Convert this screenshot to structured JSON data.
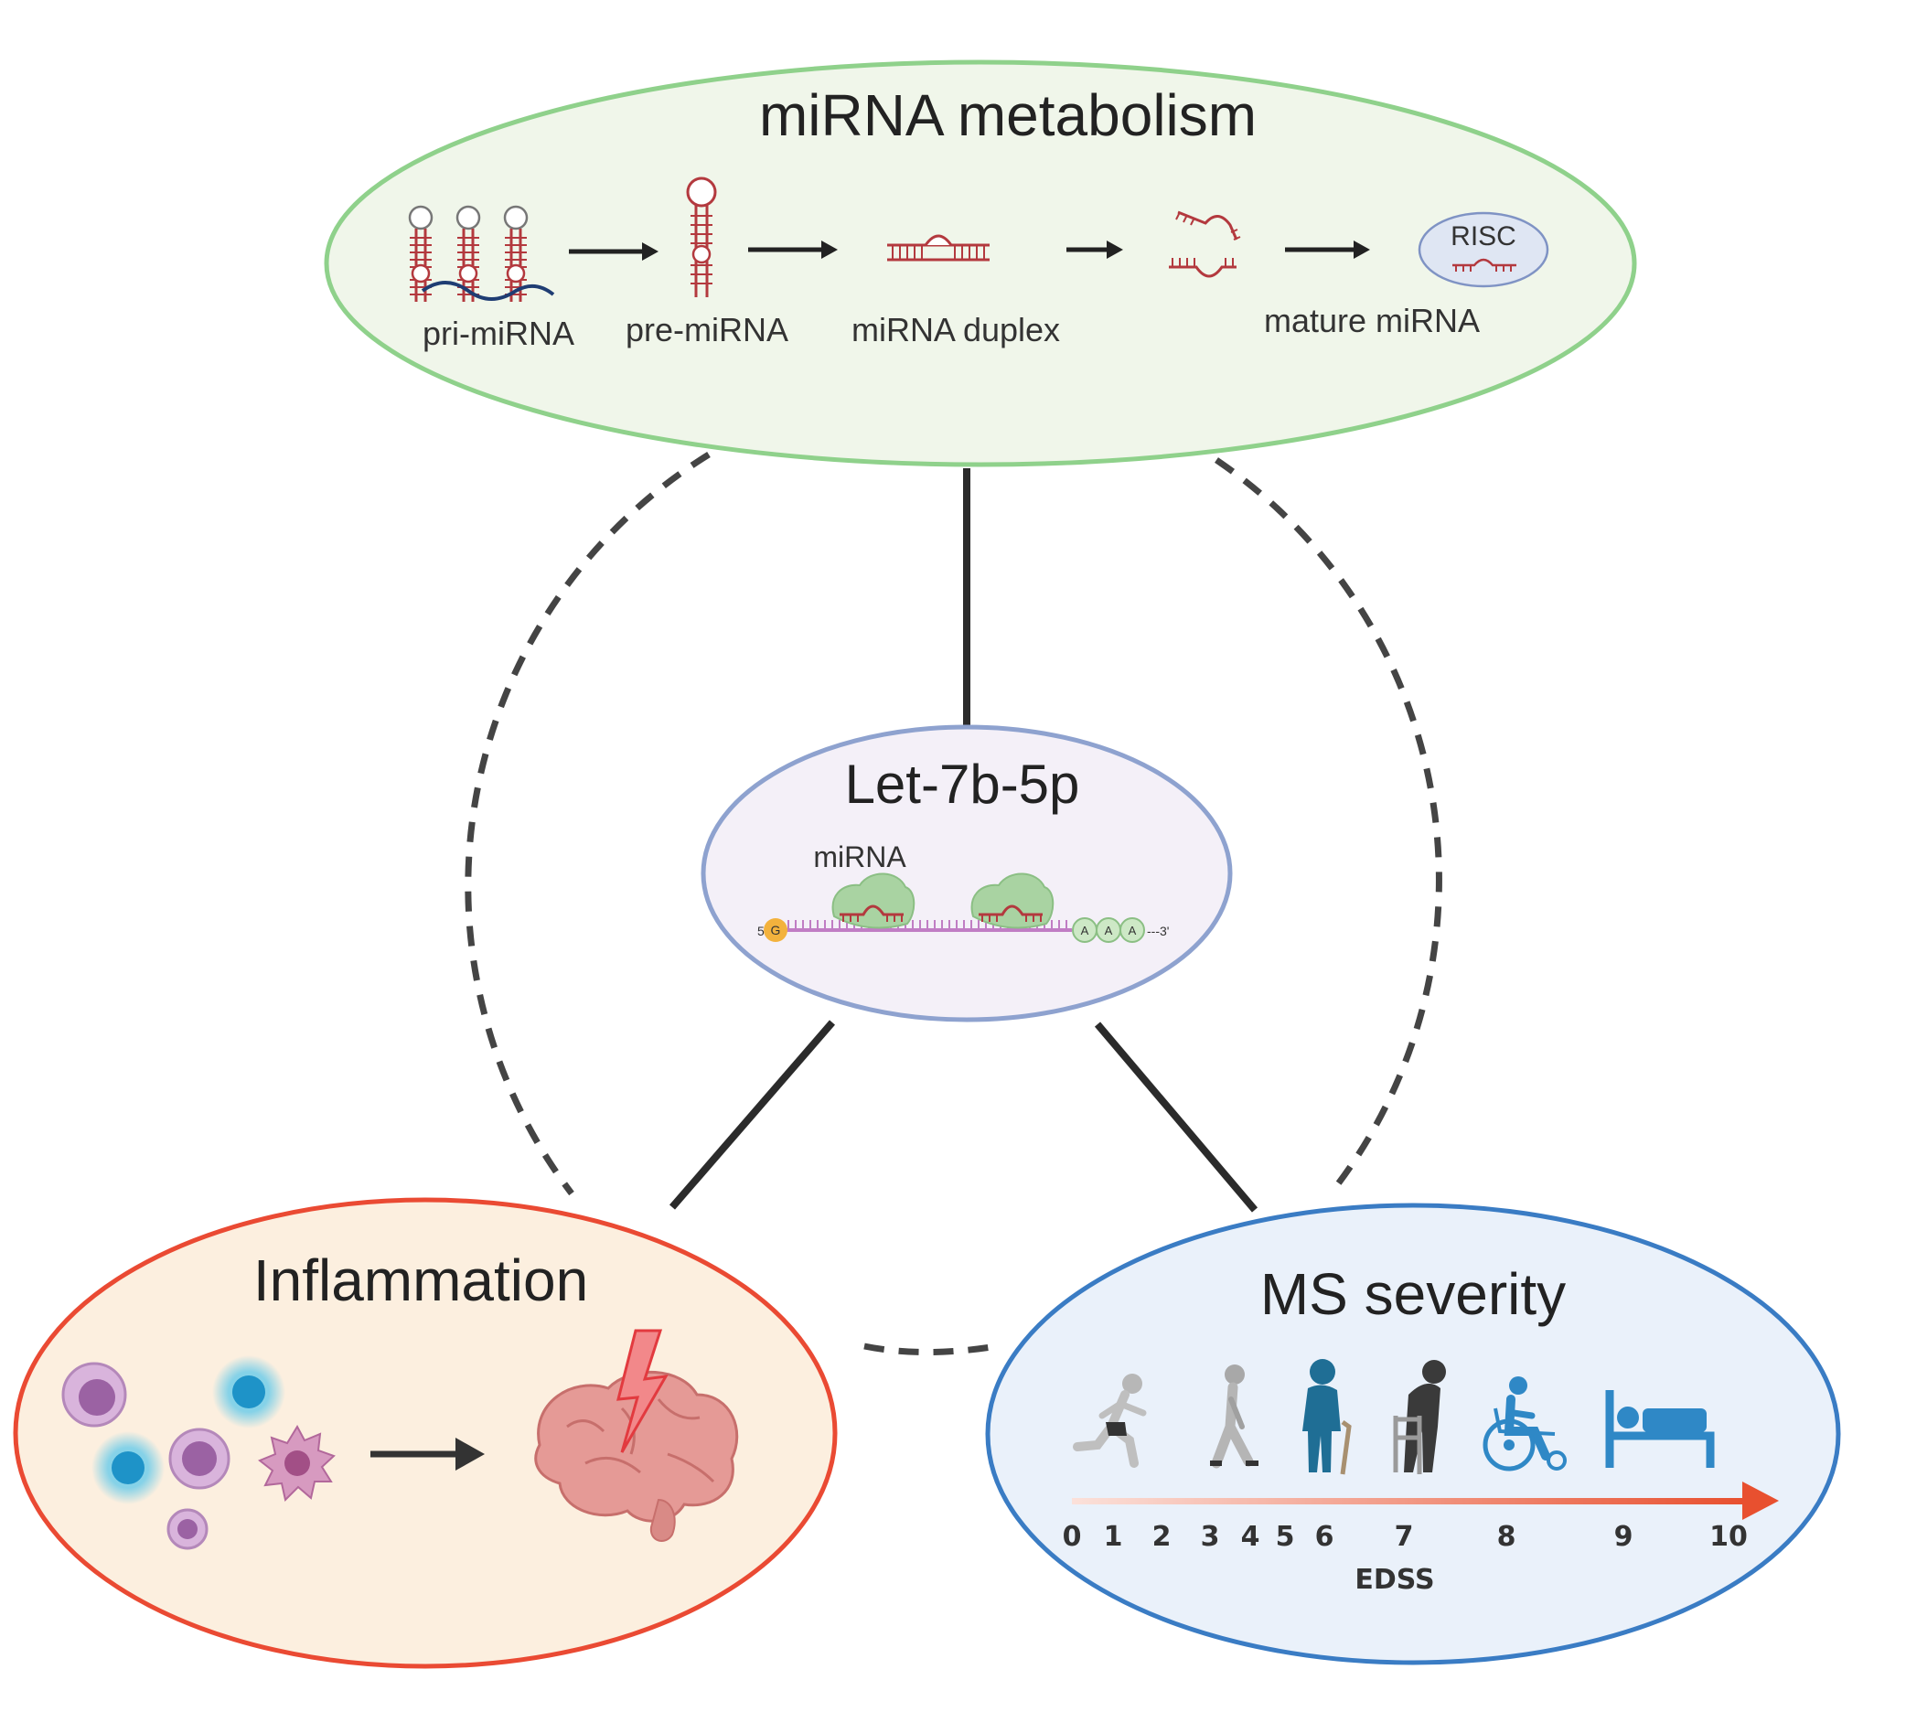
{
  "metabolism": {
    "title": "miRNA metabolism",
    "steps": [
      "pri-miRNA",
      "pre-miRNA",
      "miRNA duplex",
      "mature miRNA"
    ],
    "risc_label": "RISC"
  },
  "center": {
    "title": "Let-7b-5p",
    "mirna_label": "miRNA",
    "five_prime": "5'",
    "three_prime": "---3'",
    "cap_letter": "G",
    "polya": [
      "A",
      "A",
      "A"
    ]
  },
  "inflammation": {
    "title": "Inflammation"
  },
  "severity": {
    "title": "MS severity",
    "axis_label": "EDSS",
    "ticks": [
      "0",
      "1",
      "2",
      "3",
      "4",
      "5",
      "6",
      "7",
      "8",
      "9",
      "10"
    ]
  },
  "colors": {
    "metabolism_border": "#8fd18b",
    "metabolism_fill": "#f0f6ea",
    "center_border": "#8ea2cf",
    "center_fill": "#f4f0f8",
    "inflammation_border": "#ea4a33",
    "inflammation_fill": "#fcefdf",
    "severity_border": "#3a7cc4",
    "severity_fill": "#eaf1fa",
    "rna_red": "#b3393e",
    "edss_arrow": "#e8502f"
  }
}
